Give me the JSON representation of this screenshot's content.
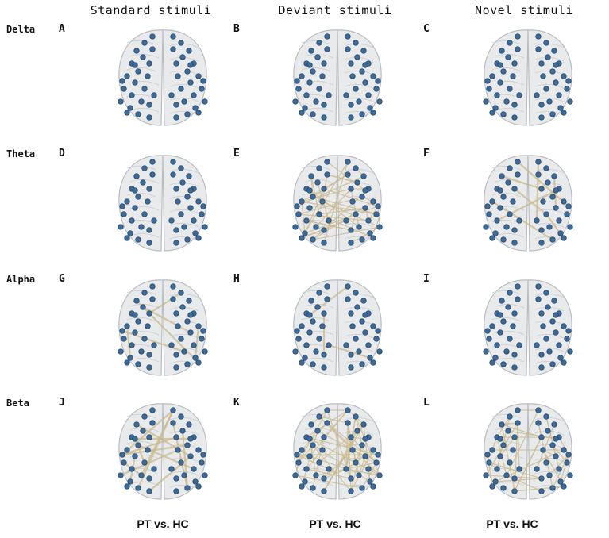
{
  "columns": [
    {
      "title": "Standard stimuli",
      "footer": "PT vs. HC"
    },
    {
      "title": "Deviant stimuli",
      "footer": "PT vs. HC"
    },
    {
      "title": "Novel stimuli",
      "footer": "PT vs. HC"
    }
  ],
  "rows": [
    {
      "band": "Delta",
      "panels": [
        {
          "letter": "A",
          "connections": 0
        },
        {
          "letter": "B",
          "connections": 0
        },
        {
          "letter": "C",
          "connections": 0
        }
      ]
    },
    {
      "band": "Theta",
      "panels": [
        {
          "letter": "D",
          "connections": 0
        },
        {
          "letter": "E",
          "connections": 45
        },
        {
          "letter": "F",
          "connections": 8
        }
      ]
    },
    {
      "band": "Alpha",
      "panels": [
        {
          "letter": "G",
          "connections": 6
        },
        {
          "letter": "H",
          "connections": 3
        },
        {
          "letter": "I",
          "connections": 0
        }
      ]
    },
    {
      "band": "Beta",
      "panels": [
        {
          "letter": "J",
          "connections": 16
        },
        {
          "letter": "K",
          "connections": 60
        },
        {
          "letter": "L",
          "connections": 40
        }
      ]
    }
  ],
  "colors": {
    "node": "#3d6a96",
    "node_edge": "#1f3f63",
    "edge": "#c9b98f",
    "brain_fill": "#e6e8ea",
    "brain_stroke": "#b9bdc2"
  }
}
